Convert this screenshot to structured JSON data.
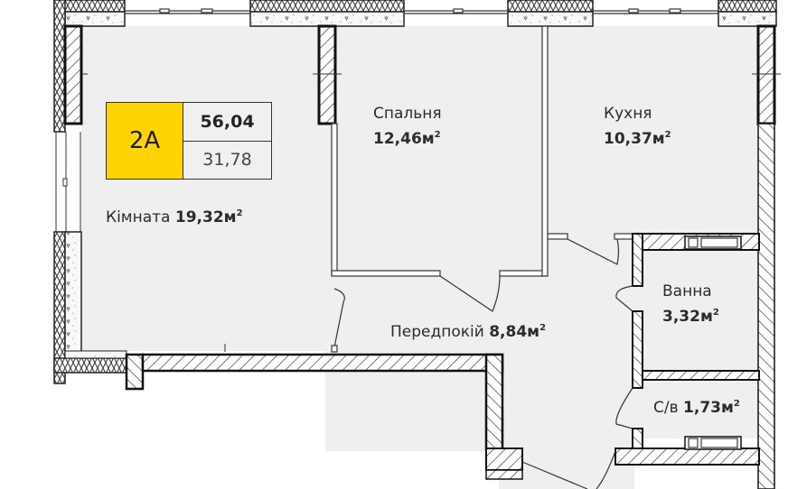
{
  "apartment": {
    "type_code": "2A",
    "total_area": "56,04",
    "living_area": "31,78",
    "badge_color": "#ffd400"
  },
  "rooms": [
    {
      "id": "living-room",
      "name": "Кімната",
      "area": "19,32м",
      "unit_sup": "2"
    },
    {
      "id": "bedroom",
      "name": "Спальня",
      "area": "12,46м",
      "unit_sup": "2"
    },
    {
      "id": "kitchen",
      "name": "Кухня",
      "area": "10,37м",
      "unit_sup": "2"
    },
    {
      "id": "bathroom",
      "name": "Ванна",
      "area": "3,32м",
      "unit_sup": "2"
    },
    {
      "id": "hallway",
      "name": "Передпокій",
      "area": "8,84м",
      "unit_sup": "2"
    },
    {
      "id": "toilet",
      "name": "С/в",
      "area": "1,73м",
      "unit_sup": "2"
    }
  ],
  "colors": {
    "floor": "#efefef",
    "wall": "#111111",
    "background": "#ffffff"
  }
}
